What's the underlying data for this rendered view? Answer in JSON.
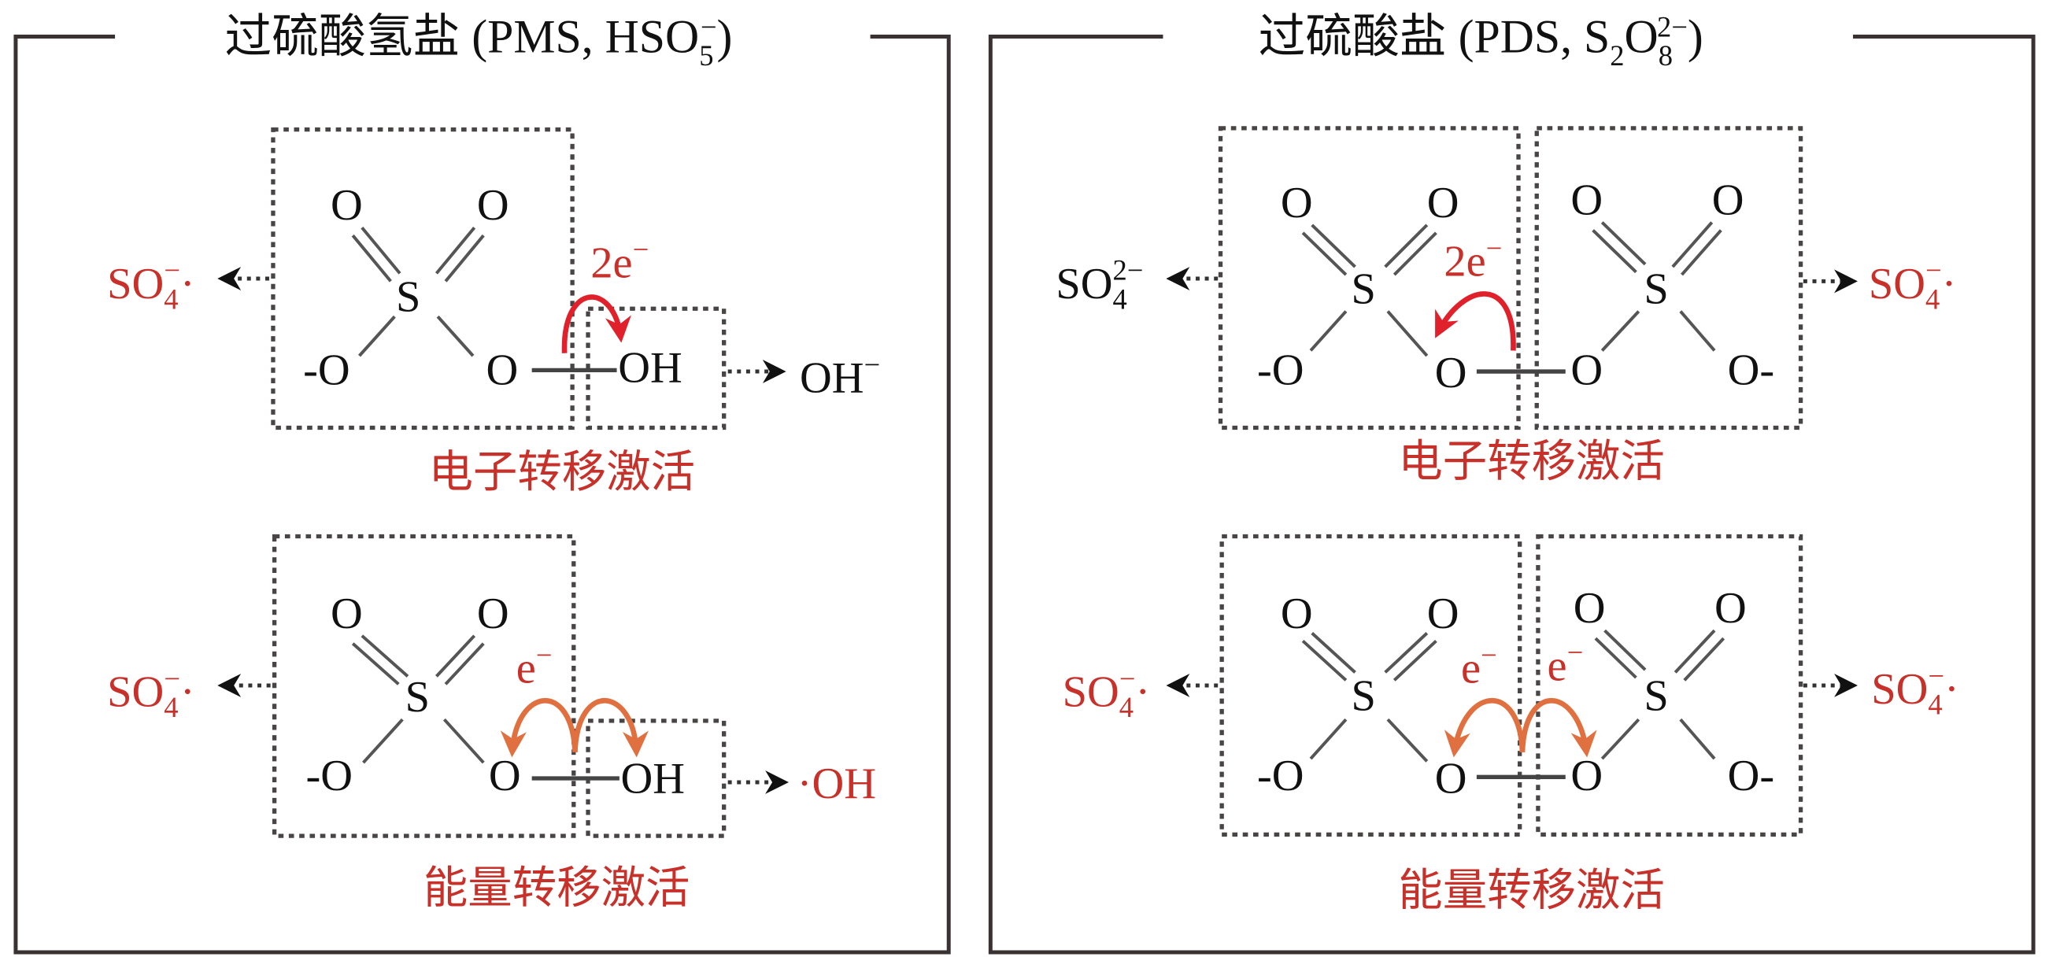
{
  "panels": {
    "pms": {
      "title_main": "过硫酸氢盐 (PMS, HSO",
      "title_sub": "5",
      "title_sup": "−",
      "title_close": ")",
      "electron_transfer": {
        "caption": "电子转移激活",
        "electron_label": "2e",
        "electron_sup": "−",
        "left_product": {
          "base": "SO",
          "sub": "4",
          "sup": "−",
          "dot": "·"
        },
        "right_product": {
          "base": "OH",
          "sup": "−"
        }
      },
      "energy_transfer": {
        "caption": "能量转移激活",
        "electron_label": "e",
        "electron_sup": "−",
        "left_product": {
          "base": "SO",
          "sub": "4",
          "sup": "−",
          "dot": "·"
        },
        "right_product": {
          "dot": "·",
          "base": "OH"
        }
      },
      "atoms": {
        "o": "O",
        "s": "S",
        "oh": "OH",
        "neg": "-"
      }
    },
    "pds": {
      "title_main": "过硫酸盐 (PDS, S",
      "title_sub1": "2",
      "title_mid": "O",
      "title_sub2": "8",
      "title_sup": "2−",
      "title_close": ")",
      "electron_transfer": {
        "caption": "电子转移激活",
        "electron_label": "2e",
        "electron_sup": "−",
        "left_product": {
          "base": "SO",
          "sub": "4",
          "sup": "2−"
        },
        "right_product": {
          "base": "SO",
          "sub": "4",
          "sup": "−",
          "dot": "·"
        }
      },
      "energy_transfer": {
        "caption": "能量转移激活",
        "electron_label_left": "e",
        "electron_label_right": "e",
        "electron_sup": "−",
        "left_product": {
          "base": "SO",
          "sub": "4",
          "sup": "−",
          "dot": "·"
        },
        "right_product": {
          "base": "SO",
          "sub": "4",
          "sup": "−",
          "dot": "·"
        }
      },
      "atoms": {
        "o": "O",
        "s": "S",
        "neg": "-"
      }
    }
  },
  "colors": {
    "accent_red": "#c8302a",
    "electron_arrow": "#e0202a",
    "energy_arrow": "#e07040",
    "frame": "#3a3232"
  }
}
